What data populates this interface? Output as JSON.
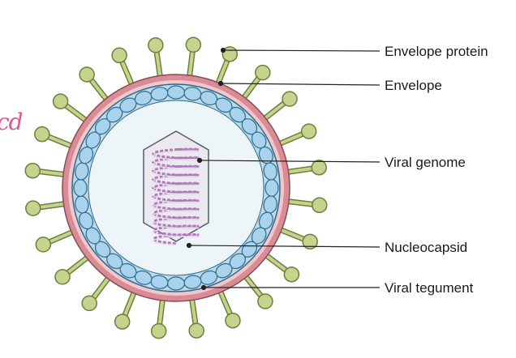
{
  "labels": {
    "envelope_protein": "Envelope protein",
    "envelope": "Envelope",
    "viral_genome": "Viral genome",
    "nucleocapsid": "Nucleocapsid",
    "viral_tegument": "Viral tegument"
  },
  "handwritten_fragment": "cd",
  "colors": {
    "spike_fill": "#c5d48c",
    "spike_stroke": "#6e7f3c",
    "envelope_outer": "#d98c96",
    "envelope_inner": "#f2c7cb",
    "tegument_layer": "#bfd9e6",
    "capsomer_fill": "#a9d3ec",
    "capsomer_stroke": "#2b6a8e",
    "core_fill": "#eef5f9",
    "nucleocapsid_fill": "#e9e9ef",
    "genome_strand_a": "#b07ab8",
    "genome_strand_b": "#e8d9ee",
    "leader_line": "#222222",
    "annotation": "#e0558f"
  }
}
